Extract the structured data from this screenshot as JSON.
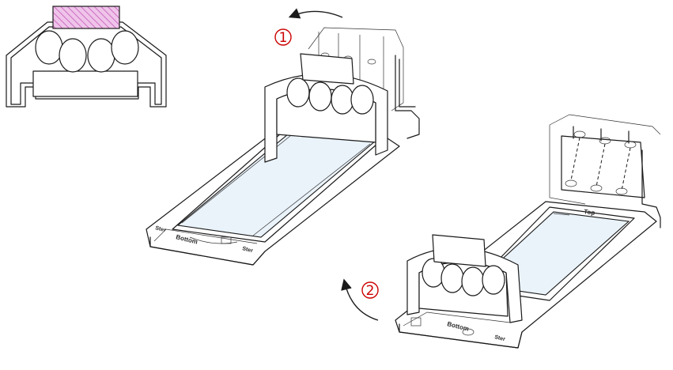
{
  "labels": {
    "bottom_1": "Bottom",
    "bottom_2": "Bottom",
    "top": "Top",
    "side_a": "Ster",
    "side_b": "Ster",
    "side_c": "Ster"
  },
  "steps": {
    "step_1": "1",
    "step_2": "2"
  },
  "colors": {
    "highlight": "#e6a6df",
    "slide_glass": "#eaf3fa",
    "step_marker": "#cc0000"
  }
}
